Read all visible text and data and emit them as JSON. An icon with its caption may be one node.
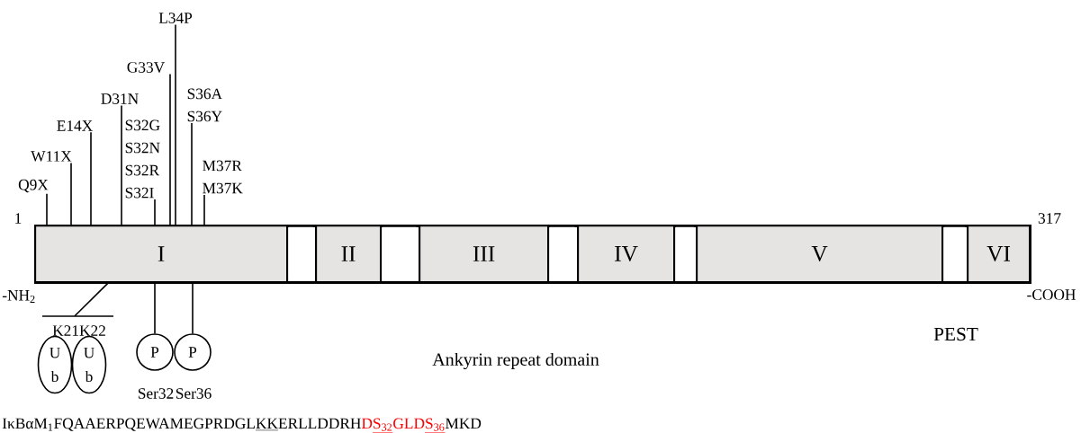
{
  "diagram": {
    "nodes": [
      {
        "text": [],
        "shape": "bar"
      },
      {
        "text": [
          "I"
        ],
        "in": 0
      },
      {
        "text": [],
        "shape": "box",
        "in": 0
      },
      {
        "text": [
          "II"
        ],
        "in": 0
      },
      {
        "text": [],
        "shape": "box",
        "in": 0
      },
      {
        "text": [
          "III"
        ],
        "in": 0
      },
      {
        "text": [],
        "shape": "box",
        "in": 0
      },
      {
        "text": [
          "IV"
        ],
        "in": 0
      },
      {
        "text": [],
        "shape": "box",
        "in": 0
      },
      {
        "text": [
          "V"
        ],
        "in": 0
      },
      {
        "text": [],
        "shape": "box",
        "in": 0,
        "beside": [
          "PEST"
        ]
      },
      {
        "text": [
          "VI"
        ],
        "in": 0
      },
      {
        "text": [
          "Q9X"
        ]
      },
      {
        "text": [
          "W11X"
        ]
      },
      {
        "text": [
          "E14X"
        ]
      },
      {
        "text": [
          "D31N"
        ]
      },
      {
        "text": [
          "S32G",
          "S32N",
          "S32R",
          "S32I"
        ]
      },
      {
        "text": [
          "G33V"
        ]
      },
      {
        "text": [
          "L34P"
        ]
      },
      {
        "text": [
          "S36A",
          "S36Y"
        ]
      },
      {
        "text": [
          "M37R",
          "M37K"
        ]
      },
      {
        "text": [
          "K21K22"
        ]
      },
      {
        "text": [
          "U b"
        ]
      },
      {
        "text": [
          "U b"
        ]
      },
      {
        "text": [
          "P"
        ],
        "beside": [
          "Ser32"
        ]
      },
      {
        "text": [
          "P"
        ],
        "beside": [
          "Ser36"
        ]
      }
    ],
    "edges": [
      {
        "from": 12,
        "to": 1,
        "arrow": "none"
      },
      {
        "from": 13,
        "to": 1,
        "arrow": "none"
      },
      {
        "from": 14,
        "to": 1,
        "arrow": "none"
      },
      {
        "from": 15,
        "to": 1,
        "arrow": "none"
      },
      {
        "from": 16,
        "to": 1,
        "arrow": "none"
      },
      {
        "from": 17,
        "to": 1,
        "arrow": "none"
      },
      {
        "from": 18,
        "to": 1,
        "arrow": "none"
      },
      {
        "from": 19,
        "to": 1,
        "arrow": "none"
      },
      {
        "from": 20,
        "to": 1,
        "arrow": "none"
      },
      {
        "from": 21,
        "to": 1,
        "arrow": "none"
      },
      {
        "from": 24,
        "to": 1,
        "arrow": "none"
      },
      {
        "from": 25,
        "to": 1,
        "arrow": "none"
      }
    ],
    "labels": [
      "1",
      "317",
      "-NH$_{2}$",
      "-COOH",
      "Ankyrin repeat domain",
      "IκBαM$_{1}$FQAAERPQEWAMEGPRDGL",
      "KK",
      "ERLLDDRH",
      "D",
      "S$_{32}$",
      "GLD",
      "S$_{36}$",
      "MKD"
    ]
  }
}
